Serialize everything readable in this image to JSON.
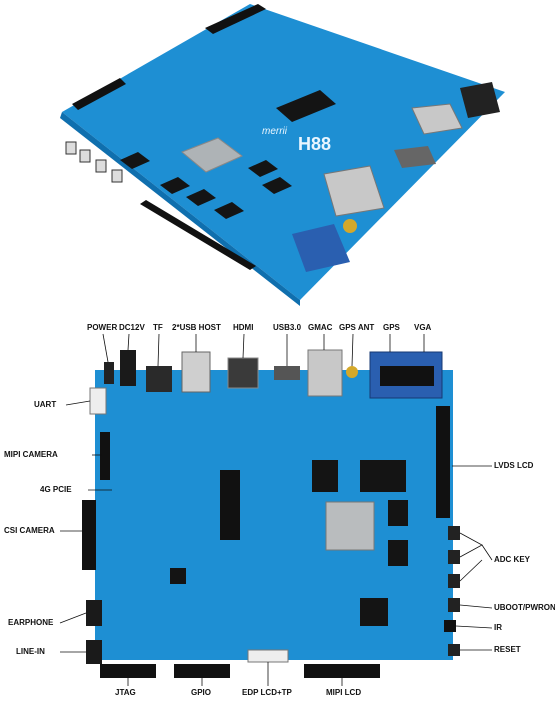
{
  "colors": {
    "pcb": "#1e8fd3",
    "pcb_dark": "#0f6fae",
    "chip": "#1a1a1a",
    "metal": "#c8c8c8",
    "vga_blue": "#2a5fb0",
    "label_text": "#111111",
    "leader": "#111111",
    "background": "#ffffff"
  },
  "top_photo": {
    "silkscreen_brand": "merrii",
    "silkscreen_model": "H88"
  },
  "labels": {
    "top": [
      "POWER",
      "DC12V",
      "TF",
      "2*USB HOST",
      "HDMI",
      "USB3.0",
      "GMAC",
      "GPS ANT",
      "GPS",
      "VGA"
    ],
    "left": [
      "UART",
      "MIPI CAMERA",
      "4G PCIE",
      "CSI CAMERA",
      "EARPHONE",
      "LINE-IN"
    ],
    "right": [
      "LVDS LCD",
      "ADC KEY",
      "UBOOT/PWRON",
      "IR",
      "RESET"
    ],
    "bottom": [
      "JTAG",
      "GPIO",
      "EDP LCD+TP",
      "MIPI LCD"
    ]
  }
}
